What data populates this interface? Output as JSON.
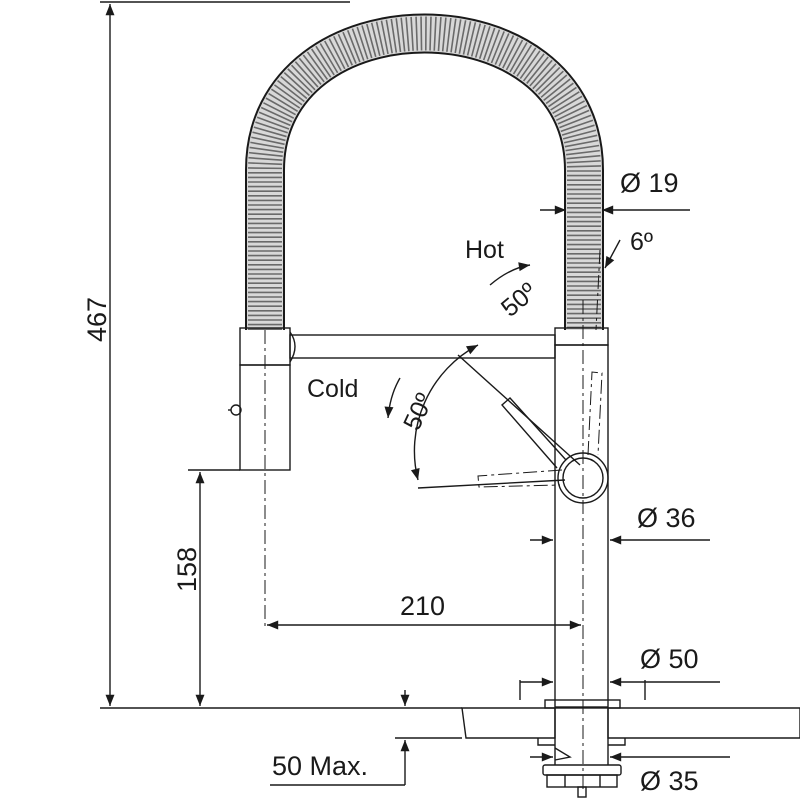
{
  "drawing": {
    "dimensions": {
      "total_height": "467",
      "spray_height": "158",
      "reach": "210",
      "hose_diameter": "Ø 19",
      "body_diameter": "Ø 36",
      "base_diameter": "Ø 50",
      "hole_diameter": "Ø 35",
      "max_thickness": "50 Max."
    },
    "labels": {
      "hot": "Hot",
      "cold": "Cold",
      "hot_angle": "50º",
      "cold_angle": "50º",
      "tilt_angle": "6º"
    }
  }
}
